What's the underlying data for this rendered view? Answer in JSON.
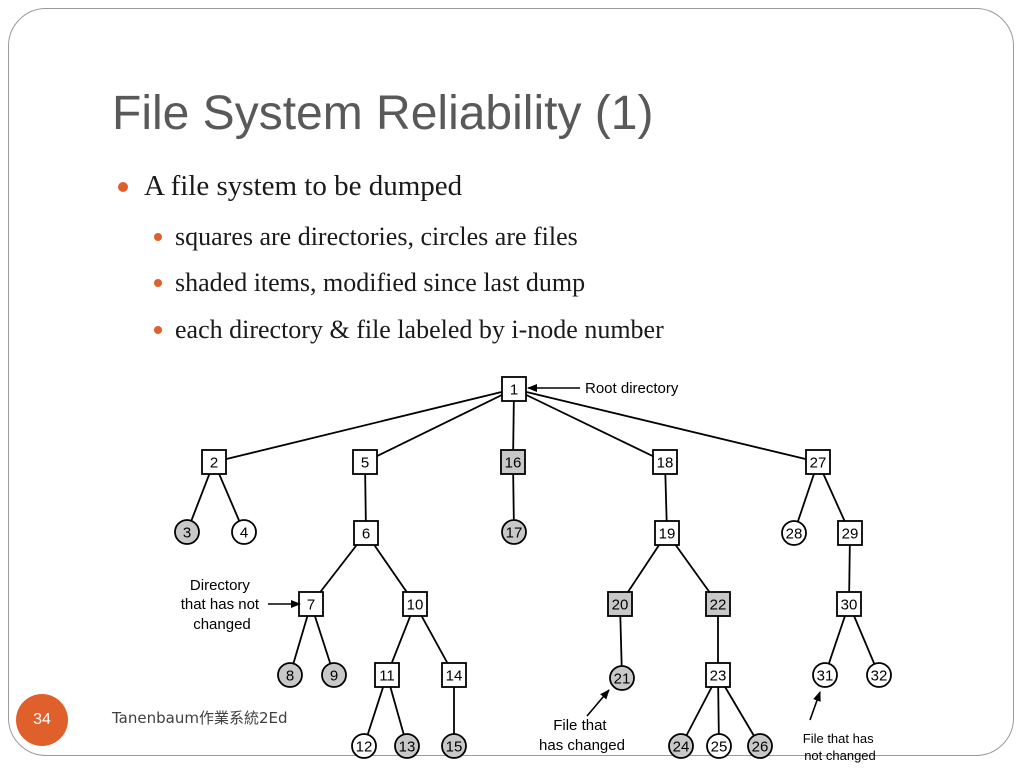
{
  "slide": {
    "title": "File System Reliability (1)",
    "bullets": [
      "A file system to be dumped",
      "squares are directories, circles are files",
      "shaded items, modified since last dump",
      "each directory & file labeled by i-node number"
    ],
    "page_number": "34",
    "footer": "Tanenbaum作業系統2Ed"
  },
  "colors": {
    "accent": "#e0602b",
    "title": "#595959",
    "shaded_node": "#c8c8c8",
    "plain_node": "#ffffff"
  },
  "tree": {
    "directories": [
      {
        "label": "1",
        "modified": false
      },
      {
        "label": "2",
        "modified": false
      },
      {
        "label": "5",
        "modified": false
      },
      {
        "label": "16",
        "modified": true
      },
      {
        "label": "18",
        "modified": false
      },
      {
        "label": "27",
        "modified": false
      },
      {
        "label": "6",
        "modified": false
      },
      {
        "label": "19",
        "modified": false
      },
      {
        "label": "29",
        "modified": false
      },
      {
        "label": "7",
        "modified": false
      },
      {
        "label": "10",
        "modified": false
      },
      {
        "label": "20",
        "modified": true
      },
      {
        "label": "22",
        "modified": true
      },
      {
        "label": "30",
        "modified": false
      },
      {
        "label": "11",
        "modified": false
      },
      {
        "label": "14",
        "modified": false
      },
      {
        "label": "23",
        "modified": false
      }
    ],
    "files": [
      {
        "label": "3",
        "modified": true
      },
      {
        "label": "4",
        "modified": false
      },
      {
        "label": "17",
        "modified": true
      },
      {
        "label": "28",
        "modified": false
      },
      {
        "label": "8",
        "modified": true
      },
      {
        "label": "9",
        "modified": true
      },
      {
        "label": "21",
        "modified": true
      },
      {
        "label": "31",
        "modified": false
      },
      {
        "label": "32",
        "modified": false
      },
      {
        "label": "12",
        "modified": false
      },
      {
        "label": "13",
        "modified": true
      },
      {
        "label": "15",
        "modified": true
      },
      {
        "label": "24",
        "modified": true
      },
      {
        "label": "25",
        "modified": false
      },
      {
        "label": "26",
        "modified": true
      }
    ],
    "annotations": {
      "root": [
        "Root directory"
      ],
      "unchanged_dir": [
        "Directory",
        "that has not",
        "changed"
      ],
      "changed_file": [
        "File that",
        "has changed"
      ],
      "unchanged_file": [
        "File that has",
        "not changed"
      ]
    }
  }
}
